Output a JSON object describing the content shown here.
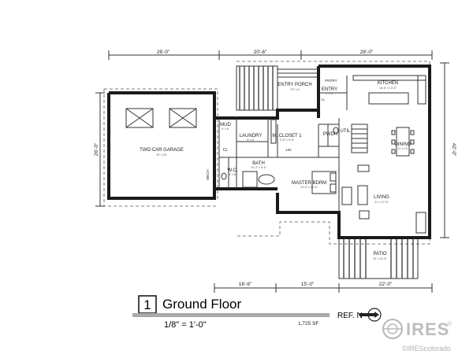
{
  "dimensions": {
    "top": [
      "26'-0\"",
      "20'-6\"",
      "28'-0\""
    ],
    "bottom": [
      "16'-6\"",
      "15'-0\"",
      "22'-0\""
    ],
    "left": "26'-0\"",
    "right": "42'-0\""
  },
  "rooms": {
    "garage": {
      "name": "TWO CAR GARAGE",
      "size": "20' x 25'"
    },
    "entry_porch": {
      "name": "ENTRY PORCH",
      "size": "7'6\" x 6'"
    },
    "entry": {
      "name": "ENTRY",
      "size": "6' x 6'"
    },
    "kitchen": {
      "name": "KITCHEN",
      "size": "16'-6\" x 13'-6\""
    },
    "pntry": {
      "name": "PNTRY"
    },
    "closet_small": {
      "name": "CL"
    },
    "mud": {
      "name": "MUD",
      "size": "6' x 6'"
    },
    "laundry": {
      "name": "LAUNDRY",
      "size": "8' x 6'"
    },
    "m_closet": {
      "name": "M. CLOSET 1",
      "size": "9'-6\" x 6'-6\""
    },
    "pwdr": {
      "name": "PWDR"
    },
    "util": {
      "name": "UTIL"
    },
    "lin": {
      "name": "LIN"
    },
    "cl": {
      "name": "CL"
    },
    "mech": {
      "name": "MECH"
    },
    "wc": {
      "name": "W.C.",
      "size": "4' x 6'"
    },
    "bath": {
      "name": "BATH",
      "size": "10'-2\" x 8'-6\""
    },
    "master": {
      "name": "MASTER BDRM",
      "size": "14'-6\" x 14'-6\""
    },
    "dining": {
      "name": "DINING",
      "size": "11' x 13'"
    },
    "living": {
      "name": "LIVING",
      "size": "21' x 17'-6\""
    },
    "patio": {
      "name": "PATIO",
      "size": "22' x 10'-6\""
    }
  },
  "title_block": {
    "number": "1",
    "title": "Ground Floor",
    "scale": "1/8\"   =   1'-0\"",
    "area": "1,725 SF",
    "ref": "REF. N"
  },
  "watermark": {
    "brand": "IRES",
    "reg": "®",
    "credit": "©IREScolorado"
  }
}
